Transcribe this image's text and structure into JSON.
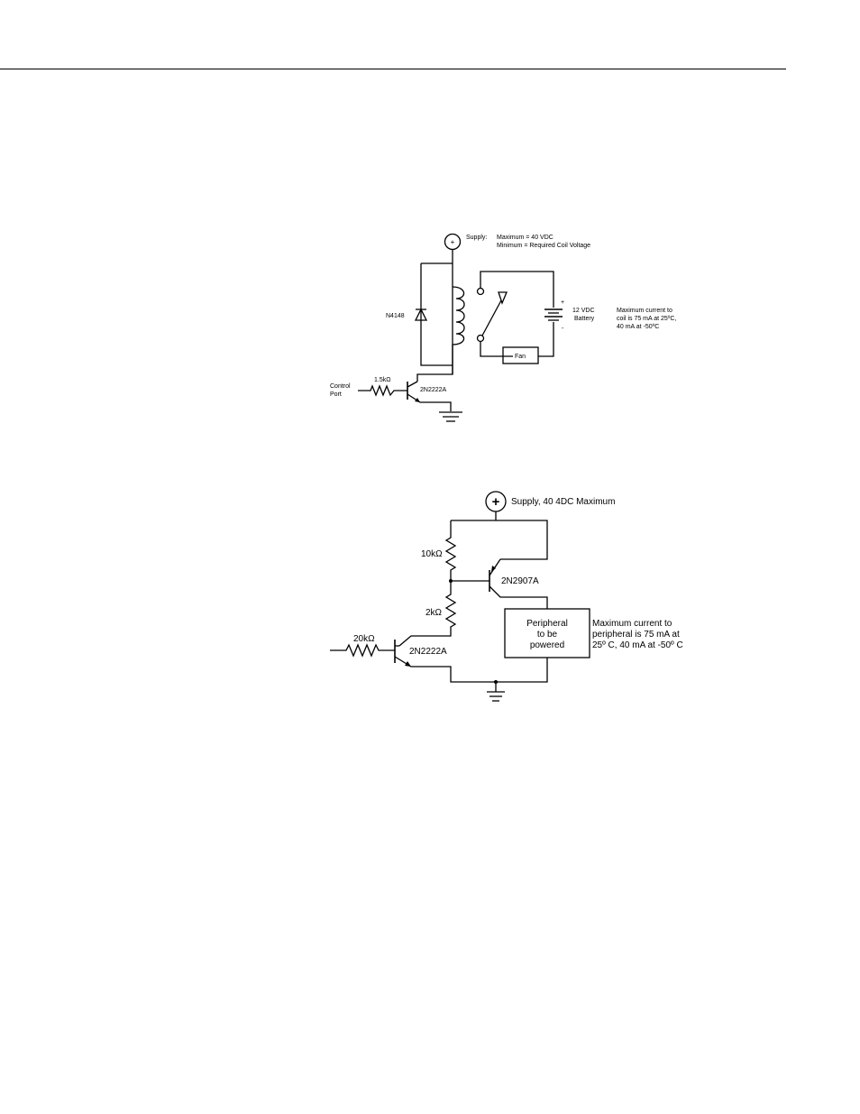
{
  "colors": {
    "ink": "#000000",
    "paper": "#ffffff"
  },
  "diagram1": {
    "supply_symbol": "+",
    "supply_label": "Supply:",
    "supply_max": "Maximum = 40 VDC",
    "supply_min": "Minimum = Required Coil Voltage",
    "diode_label": "N4148",
    "battery_plus": "+",
    "battery_minus": "-",
    "battery_label_1": "12 VDC",
    "battery_label_2": "Battery",
    "coil_note_1": "Maximum current to",
    "coil_note_2": "coil is 75 mA at 25ºC,",
    "coil_note_3": "40 mA at -50ºC",
    "fan_label": "Fan",
    "resistor_label": "1.5kΩ",
    "control_label_1": "Control",
    "control_label_2": "Port",
    "transistor_label": "2N2222A"
  },
  "diagram2": {
    "supply_symbol": "+",
    "supply_label": "Supply, 40 4DC Maximum",
    "r1_label": "10kΩ",
    "pnp_label": "2N2907A",
    "r2_label": "2kΩ",
    "peripheral_1": "Peripheral",
    "peripheral_2": "to be",
    "peripheral_3": "powered",
    "note_1": "Maximum current to",
    "note_2": "peripheral is 75 mA at",
    "note_3": "25º C, 40 mA at -50º C",
    "r_in_label": "20kΩ",
    "npn_label": "2N2222A"
  }
}
